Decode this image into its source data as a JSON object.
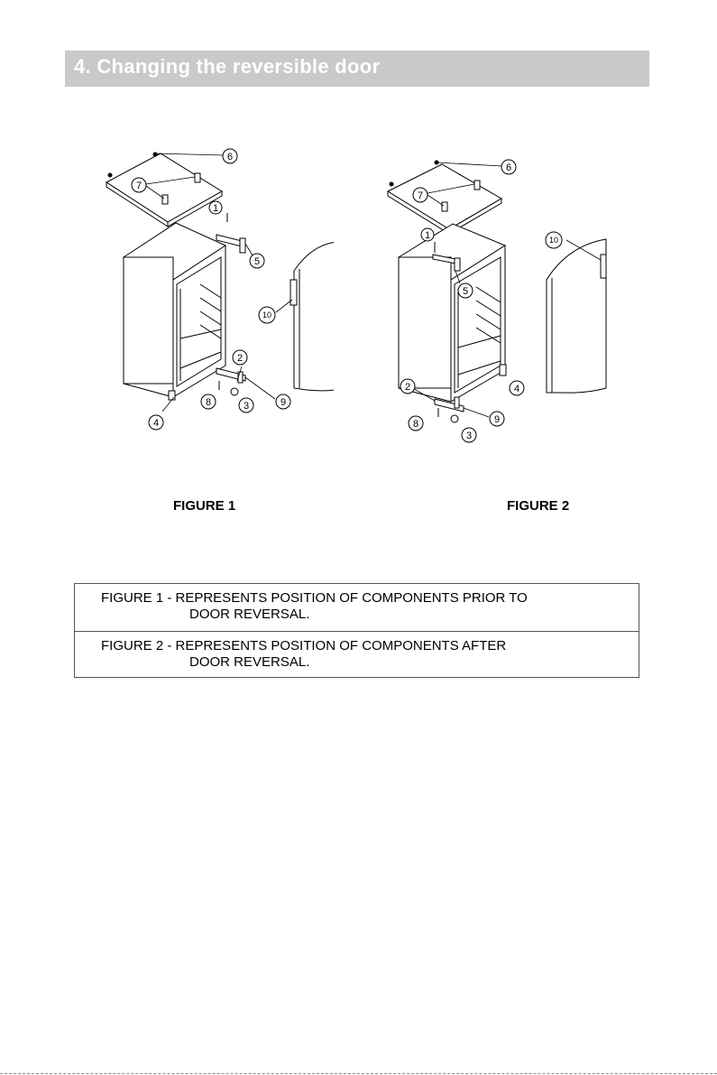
{
  "header": {
    "title": "4. Changing the reversible door"
  },
  "figure1": {
    "caption": "FIGURE 1",
    "callouts": [
      "1",
      "2",
      "3",
      "4",
      "5",
      "6",
      "7",
      "8",
      "9",
      "10"
    ]
  },
  "figure2": {
    "caption": "FIGURE 2",
    "callouts": [
      "1",
      "2",
      "3",
      "4",
      "5",
      "6",
      "7",
      "8",
      "9",
      "10"
    ]
  },
  "notes": [
    {
      "lead": "FIGURE 1 - REPRESENTS POSITION OF COMPONENTS PRIOR TO",
      "cont": "DOOR REVERSAL."
    },
    {
      "lead": "FIGURE 2 - REPRESENTS POSITION OF COMPONENTS AFTER",
      "cont": "DOOR REVERSAL."
    }
  ]
}
